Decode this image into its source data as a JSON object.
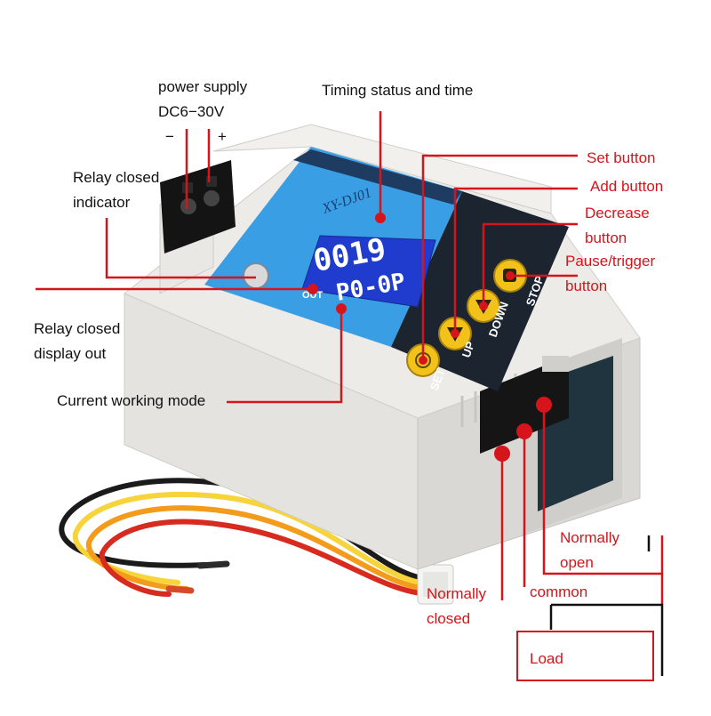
{
  "labels": {
    "power_supply": "power supply",
    "voltage": "DC6−30V",
    "minus": "−",
    "plus": "+",
    "timing_status": "Timing status and time",
    "set_button": "Set button",
    "add_button": "Add button",
    "decrease_button_1": "Decrease",
    "decrease_button_2": "button",
    "pause_trigger_1": "Pause/trigger",
    "pause_trigger_2": "button",
    "relay_indicator_1": "Relay closed",
    "relay_indicator_2": "indicator",
    "relay_display_1": "Relay closed",
    "relay_display_2": "display out",
    "working_mode": "Current working mode",
    "normally_open_1": "Normally",
    "normally_open_2": "open",
    "common": "common",
    "normally_closed_1": "Normally",
    "normally_closed_2": "closed",
    "load": "Load"
  },
  "device": {
    "model": "XY-DJ01",
    "lcd_top": "0019",
    "lcd_bottom": "P0-0P",
    "out_label": "OUT",
    "buttons": [
      "SET",
      "UP",
      "DOWN",
      "STOP"
    ]
  },
  "colors": {
    "annotation": "#d6141c",
    "panel_blue": "#3a9ee4",
    "lcd_blue": "#1f3ccf",
    "button_yellow": "#f2c21b",
    "housing": "#ecebe8"
  }
}
